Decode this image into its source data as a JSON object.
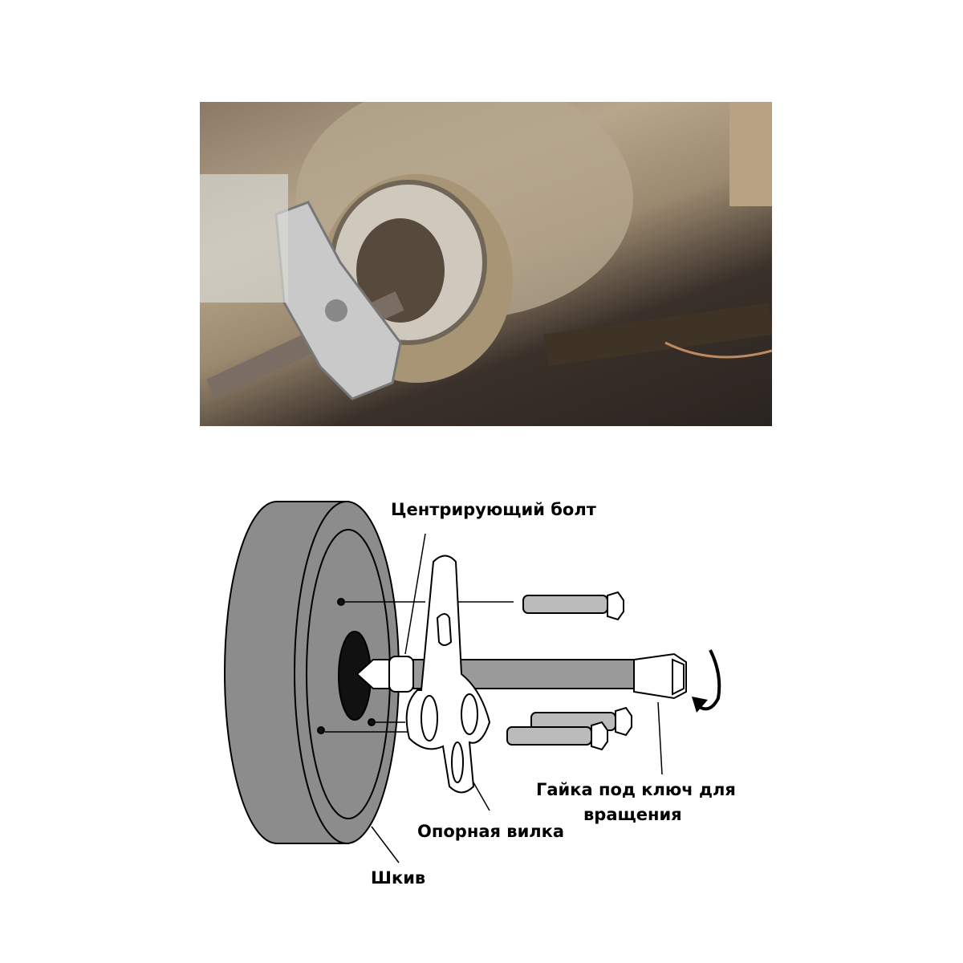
{
  "labels": {
    "centering_bolt": "Центрирующий болт",
    "wrench_nut_line1": "Гайка под ключ для",
    "wrench_nut_line2": "вращения",
    "support_fork": "Опорная вилка",
    "pulley": "Шкив"
  },
  "colors": {
    "pulley_gray": "#8c8c8c",
    "shaft_gray": "#9a9a9a",
    "outline": "#000000"
  }
}
